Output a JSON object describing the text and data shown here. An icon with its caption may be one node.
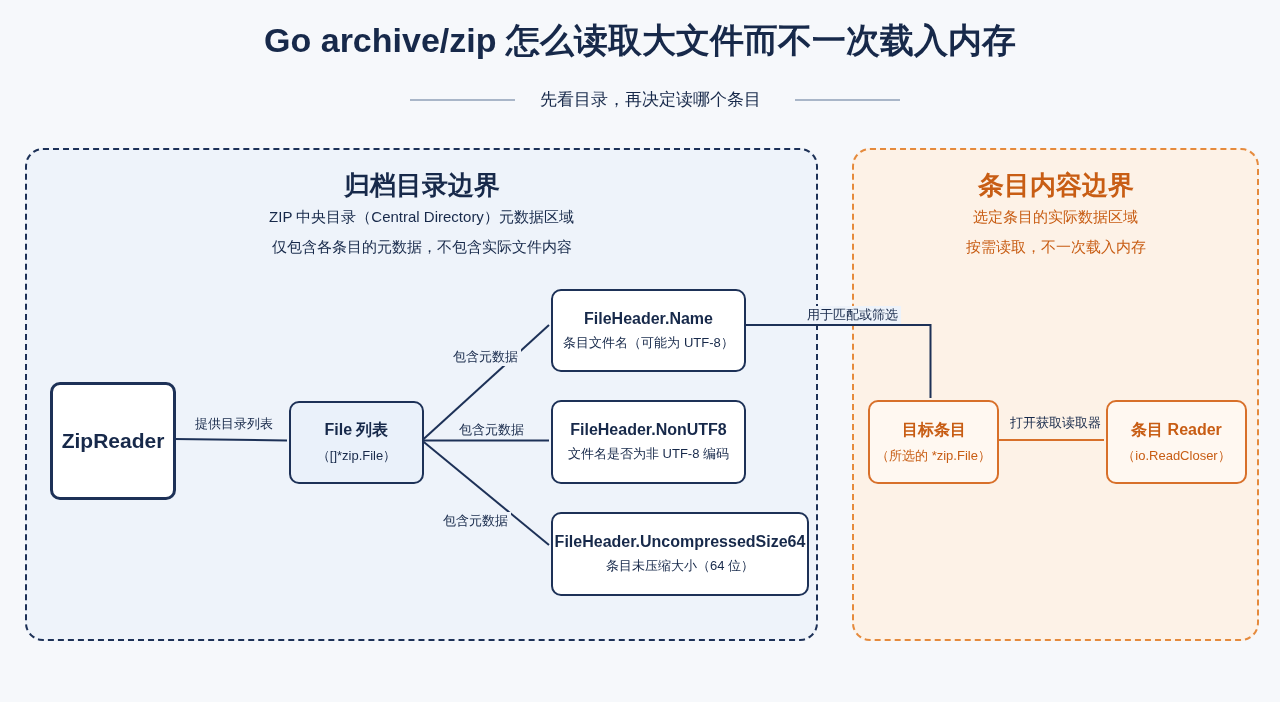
{
  "diagram": {
    "title": "Go archive/zip 怎么读取大文件而不一次载入内存",
    "caption": "先看目录，再决定读哪个条目",
    "nodes": [
      {
        "text": [
          "归档目录边界",
          "ZIP 中央目录（Central Directory）元数据区域",
          "仅包含各条目的元数据，不包含实际文件内容"
        ]
      },
      {
        "text": [
          "ZipReader"
        ],
        "in": 0
      },
      {
        "text": [
          "File 列表",
          "（[]*zip.File）"
        ],
        "in": 0
      },
      {
        "text": [
          "FileHeader.Name",
          "条目文件名（可能为 UTF-8）"
        ],
        "in": 0
      },
      {
        "text": [
          "FileHeader.NonUTF8",
          "文件名是否为非 UTF-8 编码"
        ],
        "in": 0
      },
      {
        "text": [
          "FileHeader.UncompressedSize64",
          "条目未压缩大小（64 位）"
        ],
        "in": 0
      },
      {
        "text": [
          "条目内容边界",
          "选定条目的实际数据区域",
          "按需读取，不一次载入内存"
        ]
      },
      {
        "text": [
          "目标条目",
          "（所选的 *zip.File）"
        ],
        "in": 6
      },
      {
        "text": [
          "条目 Reader",
          "（io.ReadCloser）"
        ],
        "in": 6
      }
    ],
    "edges": [
      {
        "from": 1,
        "to": 2,
        "arrow": "none",
        "label": "提供目录列表"
      },
      {
        "from": 2,
        "to": 3,
        "arrow": "none",
        "label": "包含元数据"
      },
      {
        "from": 2,
        "to": 4,
        "arrow": "none",
        "label": "包含元数据"
      },
      {
        "from": 2,
        "to": 5,
        "arrow": "none",
        "label": "包含元数据"
      },
      {
        "from": 3,
        "to": 7,
        "arrow": "none",
        "label": "用于匹配或筛选"
      },
      {
        "from": 7,
        "to": 8,
        "arrow": "none",
        "label": "打开获取读取器",
        "color": "#d8702a"
      }
    ]
  }
}
